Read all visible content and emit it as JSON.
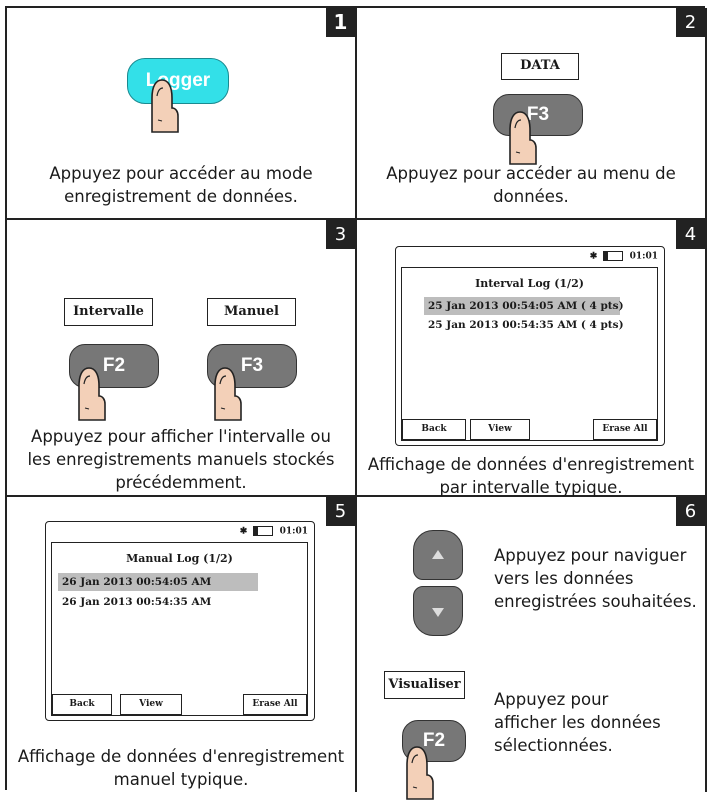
{
  "panels": [
    {
      "number": "1",
      "caption_lines": [
        "Appuyez pour accéder au mode",
        "enregistrement de données."
      ],
      "key_label": "Logger"
    },
    {
      "number": "2",
      "caption_lines": [
        "Appuyez pour accéder au menu de",
        "données."
      ],
      "screen_label": "DATA",
      "key_label": "F3"
    },
    {
      "number": "3",
      "caption_lines": [
        "Appuyez pour afficher l'intervalle ou",
        "les enregistrements manuels stockés",
        "précédemment."
      ],
      "left_label": "Intervalle",
      "left_key": "F2",
      "right_label": "Manuel",
      "right_key": "F3"
    },
    {
      "number": "4",
      "caption_lines": [
        "Affichage de données d'enregistrement",
        "par intervalle typique."
      ],
      "screen": {
        "time": "01:01",
        "title": "Interval Log (1/2)",
        "entries": [
          "25 Jan 2013 00:54:05 AM ( 4 pts)",
          "25 Jan 2013 00:54:35 AM ( 4 pts)"
        ],
        "softkeys": [
          "Back",
          "View",
          "Erase All"
        ]
      }
    },
    {
      "number": "5",
      "caption_lines": [
        "Affichage de données d'enregistrement",
        "manuel typique."
      ],
      "screen": {
        "time": "01:01",
        "title": "Manual Log (1/2)",
        "entries": [
          "26 Jan 2013 00:54:05 AM",
          "26 Jan 2013 00:54:35 AM"
        ],
        "softkeys": [
          "Back",
          "View",
          "Erase All"
        ]
      }
    },
    {
      "number": "6",
      "nav_text_lines": [
        "Appuyez pour naviguer",
        "vers les données",
        "enregistrées souhaitées."
      ],
      "view_label": "Visualiser",
      "view_key": "F2",
      "view_text_lines": [
        "Appuyez pour",
        "afficher les données",
        "sélectionnées."
      ]
    }
  ],
  "colors": {
    "logger_key": "#33e0e8",
    "function_key": "#777777",
    "selected_row": "#bdbdbd",
    "finger": "#f3d0b8"
  }
}
